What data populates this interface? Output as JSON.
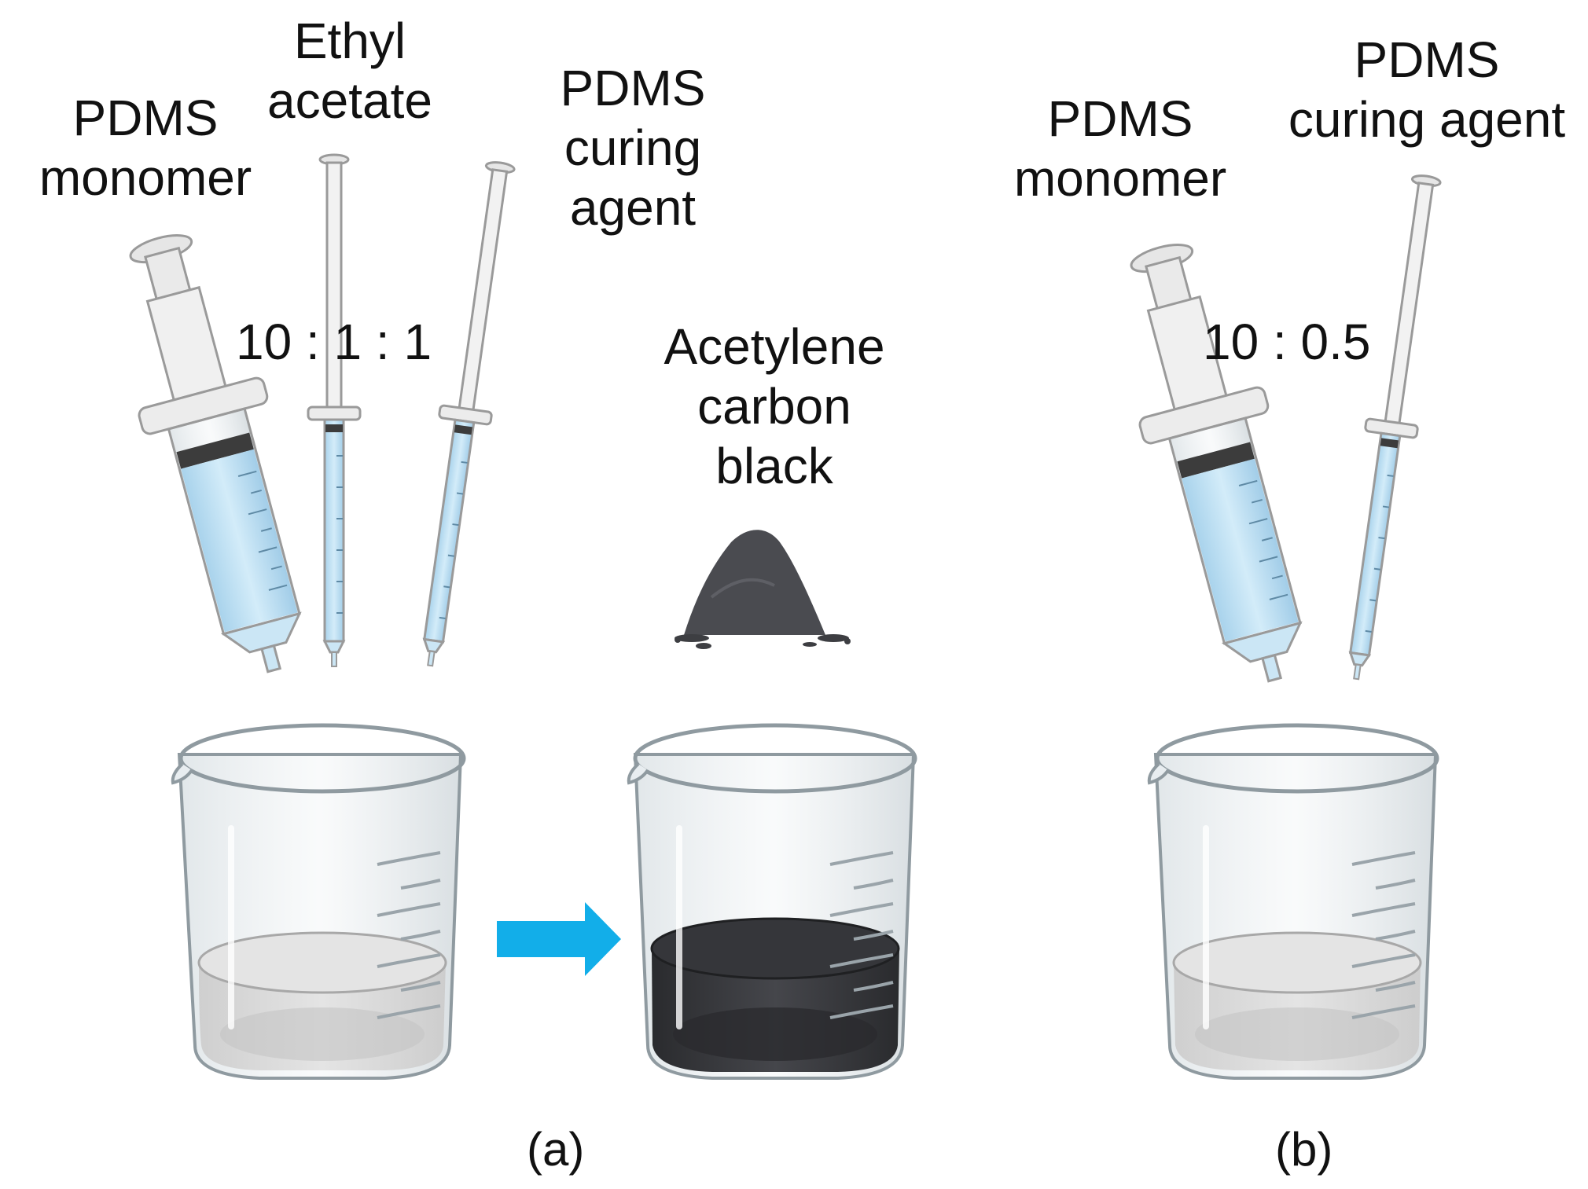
{
  "panel_a": {
    "labels": {
      "monomer": [
        "PDMS",
        "monomer"
      ],
      "solvent": [
        "Ethyl",
        "acetate"
      ],
      "curing": [
        "PDMS",
        "curing",
        "agent"
      ],
      "filler": [
        "Acetylene",
        "carbon",
        "black"
      ]
    },
    "ratio": "10 : 1 : 1",
    "caption": "(a)"
  },
  "panel_b": {
    "labels": {
      "monomer": [
        "PDMS",
        "monomer"
      ],
      "curing": [
        "PDMS",
        "curing agent"
      ]
    },
    "ratio": "10 : 0.5",
    "caption": "(b)"
  },
  "colors": {
    "liquid_blue": "#bfe0f2",
    "arrow": "#12aee9",
    "clear_mixture": "#d9d9d9",
    "carbon_mixture": "#3a3b3f",
    "powder": "#4a4b50"
  }
}
